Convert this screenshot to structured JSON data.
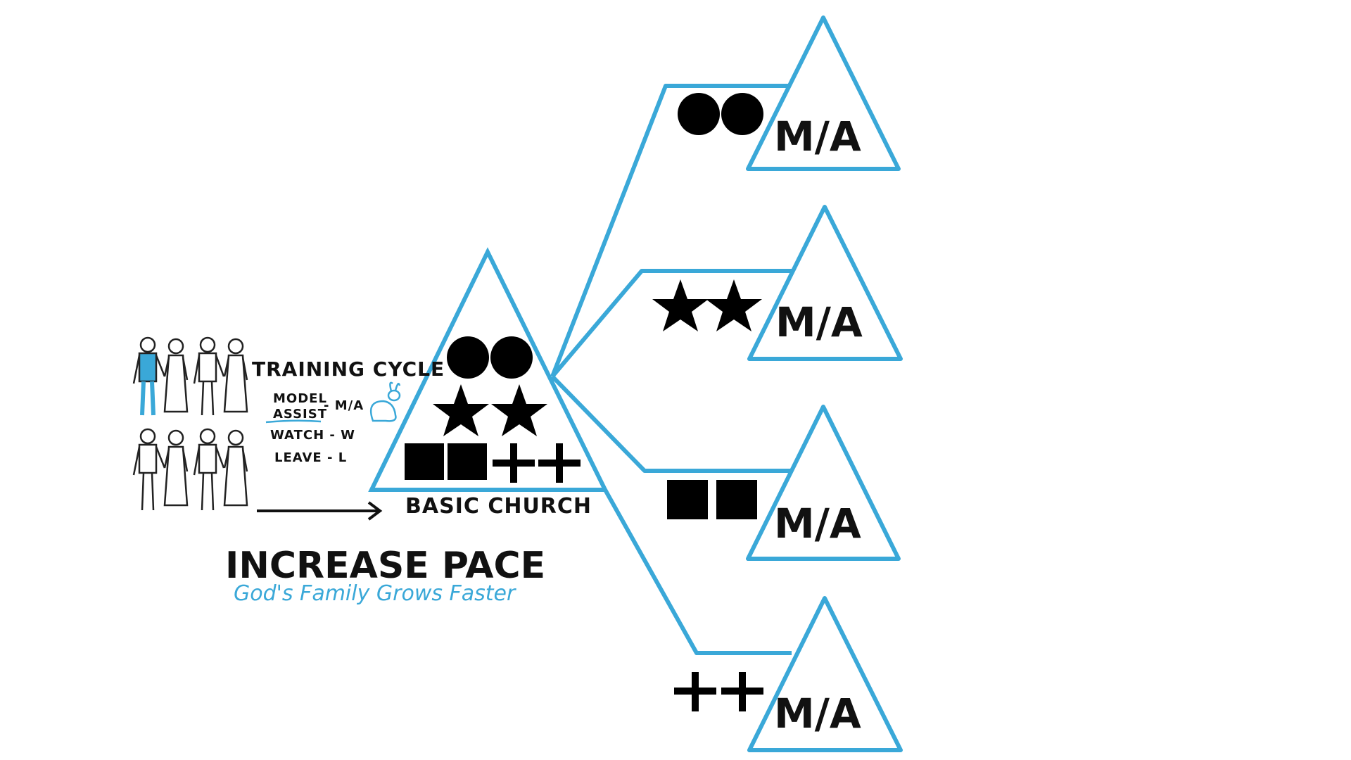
{
  "training_cycle": {
    "title": "TRAINING CYCLE",
    "model": "MODEL",
    "assist": "ASSIST",
    "ma_code": "- M/A",
    "watch": "WATCH - W",
    "leave": "LEAVE - L"
  },
  "basic_church": {
    "label": "BASIC CHURCH"
  },
  "pace": {
    "title": "INCREASE PACE",
    "subtitle": "God's Family Grows Faster"
  },
  "branches": [
    {
      "label": "M/A",
      "symbol": "circles"
    },
    {
      "label": "M/A",
      "symbol": "stars"
    },
    {
      "label": "M/A",
      "symbol": "squares"
    },
    {
      "label": "M/A",
      "symbol": "plus-signs"
    }
  ],
  "colors": {
    "accent": "#3aa8d8",
    "ink": "#111111"
  }
}
